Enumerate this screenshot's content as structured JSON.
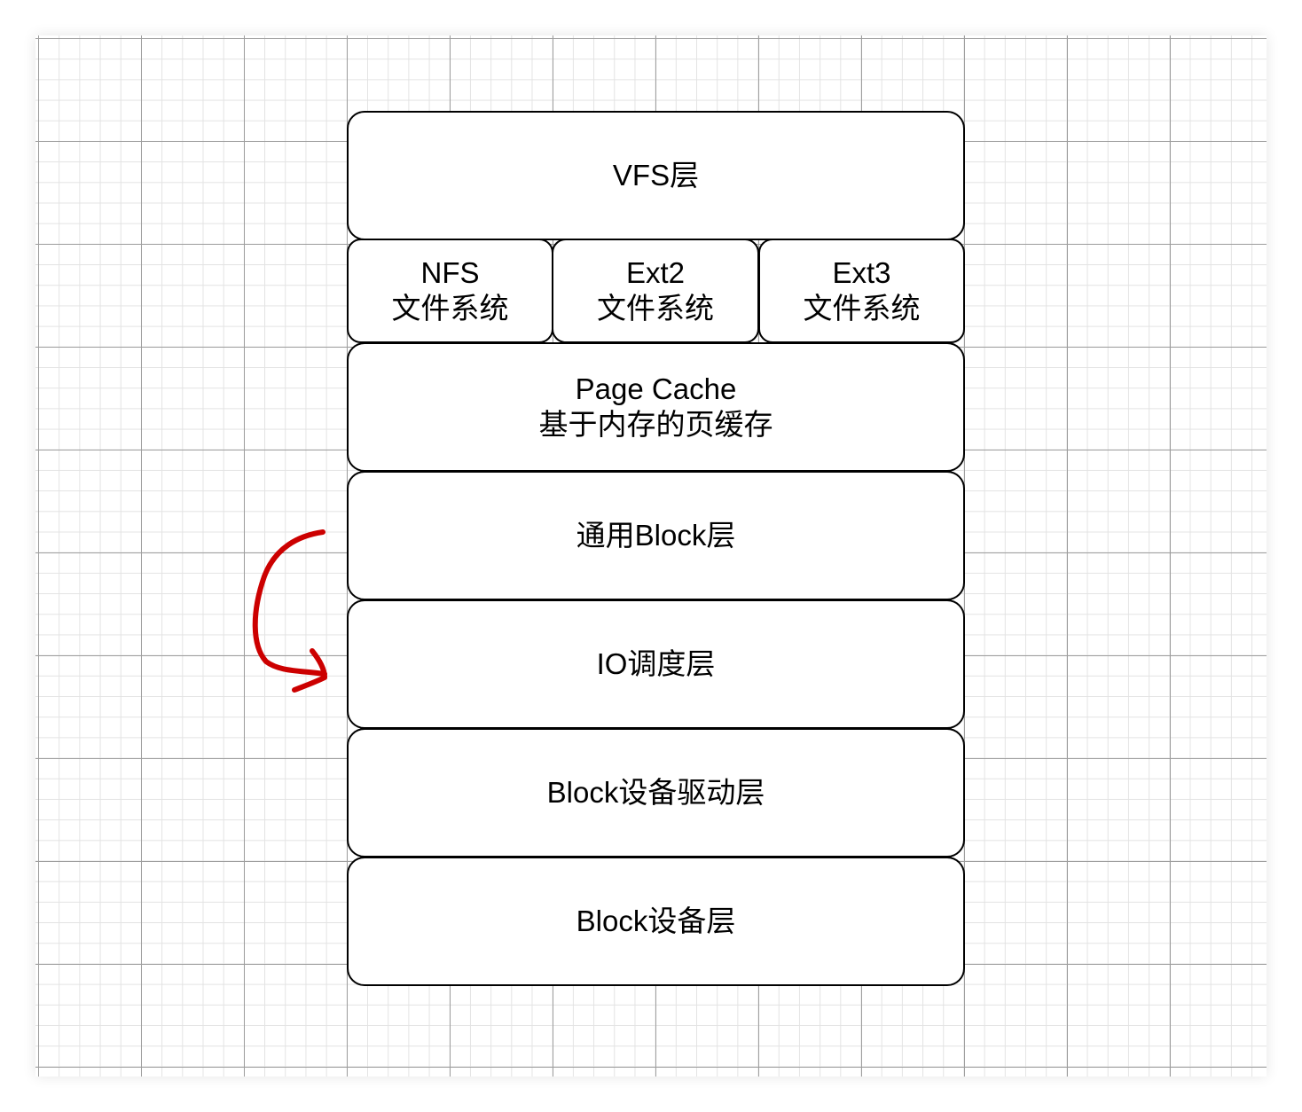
{
  "diagram": {
    "accent_color": "#cc0000",
    "layers": [
      {
        "id": "vfs",
        "lines": [
          "VFS层"
        ]
      },
      {
        "id": "nfs",
        "lines": [
          "NFS",
          "文件系统"
        ]
      },
      {
        "id": "ext2",
        "lines": [
          "Ext2",
          "文件系统"
        ]
      },
      {
        "id": "ext3",
        "lines": [
          "Ext3",
          "文件系统"
        ]
      },
      {
        "id": "page-cache",
        "lines": [
          "Page Cache",
          "基于内存的页缓存"
        ]
      },
      {
        "id": "generic-block",
        "lines": [
          "通用Block层"
        ]
      },
      {
        "id": "io-scheduler",
        "lines": [
          "IO调度层"
        ]
      },
      {
        "id": "block-driver",
        "lines": [
          "Block设备驱动层"
        ]
      },
      {
        "id": "block-device",
        "lines": [
          "Block设备层"
        ]
      }
    ]
  }
}
